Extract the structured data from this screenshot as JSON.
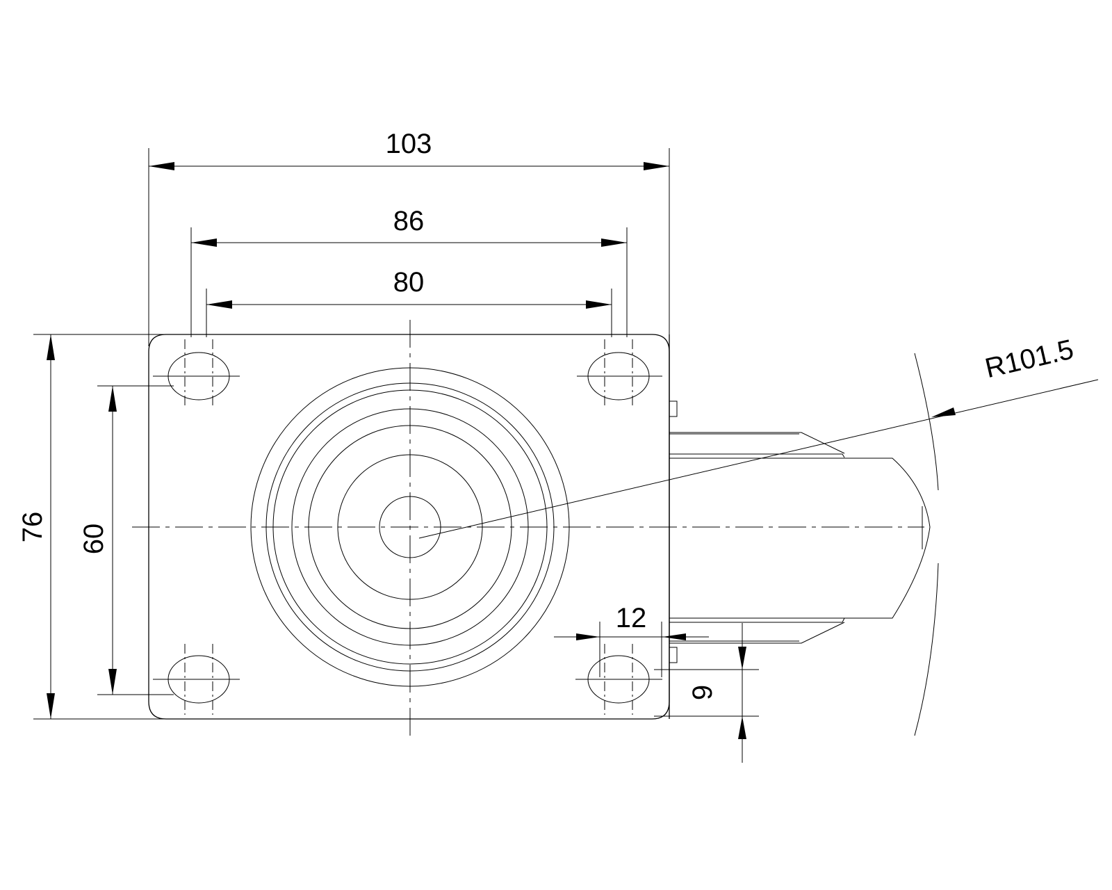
{
  "drawing": {
    "dimensions": {
      "overall_width": "103",
      "hole_span_outer": "86",
      "hole_span_inner": "80",
      "overall_length": "76",
      "hole_pitch": "60",
      "slot_length": "12",
      "slot_width": "9",
      "swivel_radius": "R101.5"
    },
    "line_color": "#000000",
    "background": "#ffffff"
  }
}
